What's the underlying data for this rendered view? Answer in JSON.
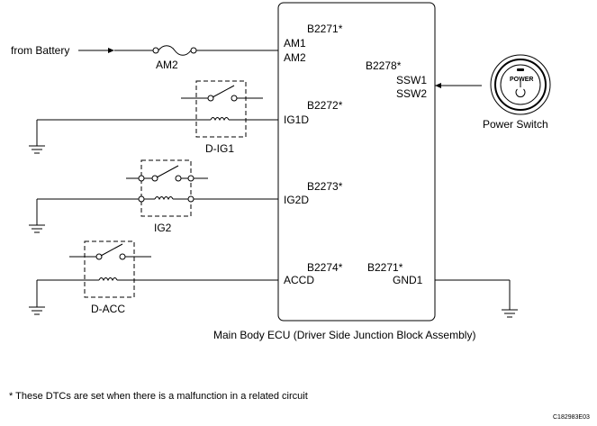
{
  "labels": {
    "from_battery": "from Battery",
    "am2_fuse": "AM2",
    "d_ig1": "D-IG1",
    "ig2": "IG2",
    "d_acc": "D-ACC",
    "power_switch": "Power Switch",
    "power_button_text": "POWER"
  },
  "ecu": {
    "caption": "Main Body ECU (Driver Side Junction Block Assembly)",
    "dtc_labels": [
      "B2271*",
      "B2272*",
      "B2273*",
      "B2274*",
      "B2278*",
      "B2271*"
    ],
    "pins": [
      "AM1",
      "AM2",
      "IG1D",
      "IG2D",
      "ACCD",
      "SSW1",
      "SSW2",
      "GND1"
    ]
  },
  "footnote": "* These DTCs are set when there is a malfunction in a related circuit",
  "figure_id": "C182983E03"
}
